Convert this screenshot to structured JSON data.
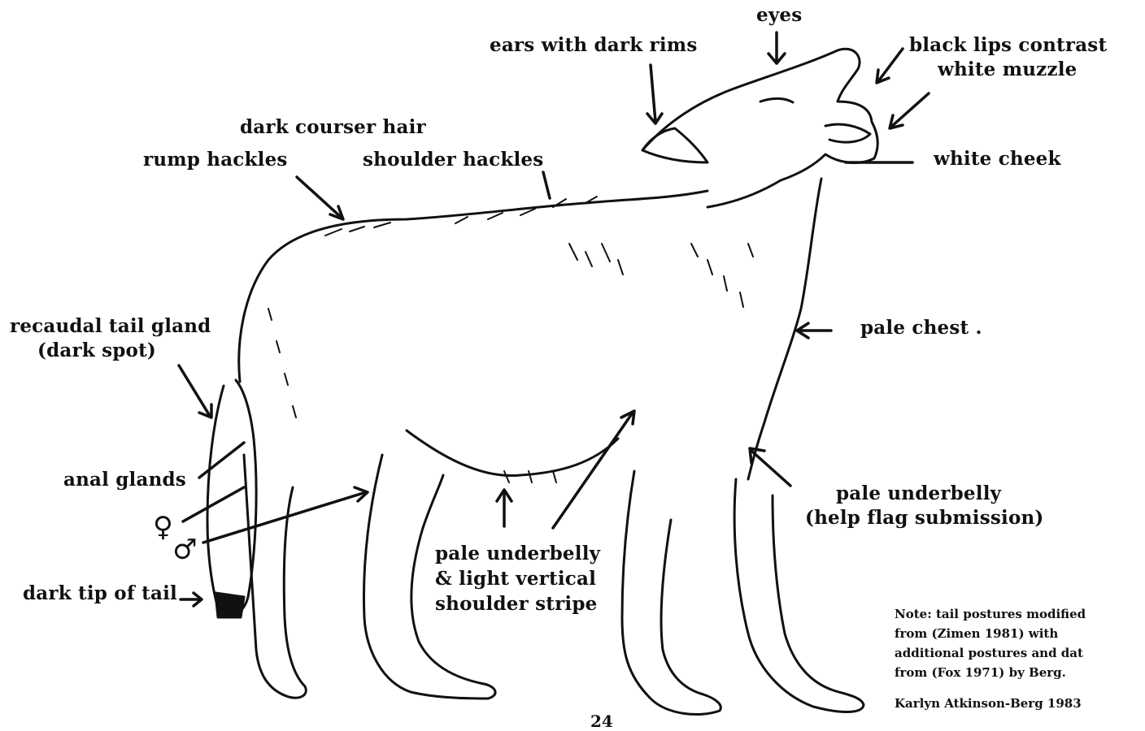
{
  "labels": {
    "eyes": "eyes",
    "ears": "ears with dark rims",
    "black_lips_1": "black lips contrast",
    "black_lips_2": "white muzzle",
    "coarse_hair": "dark courser hair",
    "rump_hackles": "rump hackles",
    "shoulder_hackles": "shoulder hackles",
    "white_cheek": "white cheek",
    "precaudal_1": "recaudal tail gland",
    "precaudal_2": "(dark spot)",
    "pale_chest": "pale chest .",
    "anal_glands": "anal glands",
    "female_symbol": "♀",
    "male_symbol": "♂",
    "dark_tip": "dark tip of tail",
    "underbelly_stripe_1": "pale underbelly",
    "underbelly_stripe_2": "& light vertical",
    "underbelly_stripe_3": "shoulder stripe",
    "underbelly_flag_1": "pale underbelly",
    "underbelly_flag_2": "(help flag submission)"
  },
  "note": {
    "line1": "Note: tail postures modified",
    "line2": "from (Zimen 1981) with",
    "line3": "additional postures and dat",
    "line4": "from (Fox 1971) by Berg.",
    "credit": "Karlyn Atkinson-Berg 1983"
  },
  "page_number": "24",
  "colors": {
    "ink": "#111111",
    "background": "#ffffff"
  }
}
